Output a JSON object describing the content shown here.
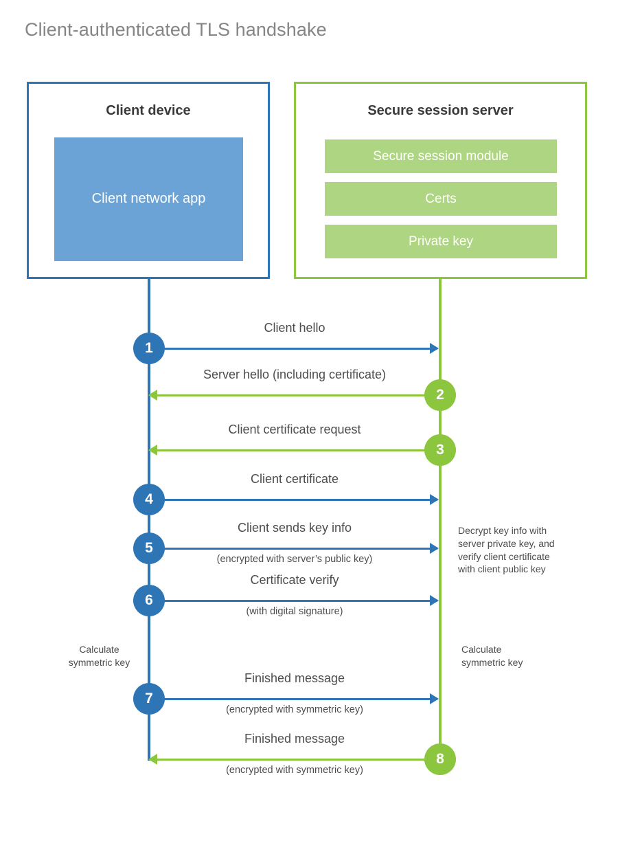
{
  "title": "Client-authenticated TLS handshake",
  "colors": {
    "client_blue": "#2E75B6",
    "client_app_fill": "#6BA3D6",
    "server_green": "#8CC63F",
    "server_module_fill": "#AED581",
    "title_gray": "#858585",
    "text_gray": "#4D4D4D"
  },
  "participants": {
    "client": {
      "title": "Client device",
      "app_label": "Client network app"
    },
    "server": {
      "title": "Secure session server",
      "modules": [
        "Secure session module",
        "Certs",
        "Private key"
      ]
    }
  },
  "messages": [
    {
      "step": "1",
      "label": "Client hello",
      "sublabel": "",
      "direction": "client-to-server",
      "origin": "client"
    },
    {
      "step": "2",
      "label": "Server hello (including certificate)",
      "sublabel": "",
      "direction": "server-to-client",
      "origin": "server"
    },
    {
      "step": "3",
      "label": "Client certificate request",
      "sublabel": "",
      "direction": "server-to-client",
      "origin": "server"
    },
    {
      "step": "4",
      "label": "Client certificate",
      "sublabel": "",
      "direction": "client-to-server",
      "origin": "client"
    },
    {
      "step": "5",
      "label": "Client sends key info",
      "sublabel": "(encrypted with server’s public key)",
      "direction": "client-to-server",
      "origin": "client"
    },
    {
      "step": "6",
      "label": "Certificate verify",
      "sublabel": "(with digital signature)",
      "direction": "client-to-server",
      "origin": "client"
    },
    {
      "step": "7",
      "label": "Finished message",
      "sublabel": "(encrypted with symmetric key)",
      "direction": "client-to-server",
      "origin": "client"
    },
    {
      "step": "8",
      "label": "Finished message",
      "sublabel": "(encrypted with symmetric key)",
      "direction": "server-to-client",
      "origin": "server"
    }
  ],
  "annotations": {
    "server_decrypt": "Decrypt key info with\nserver private key, and\nverify client certificate\nwith client public key",
    "client_calculate": "Calculate\nsymmetric key",
    "server_calculate": "Calculate\nsymmetric key"
  }
}
